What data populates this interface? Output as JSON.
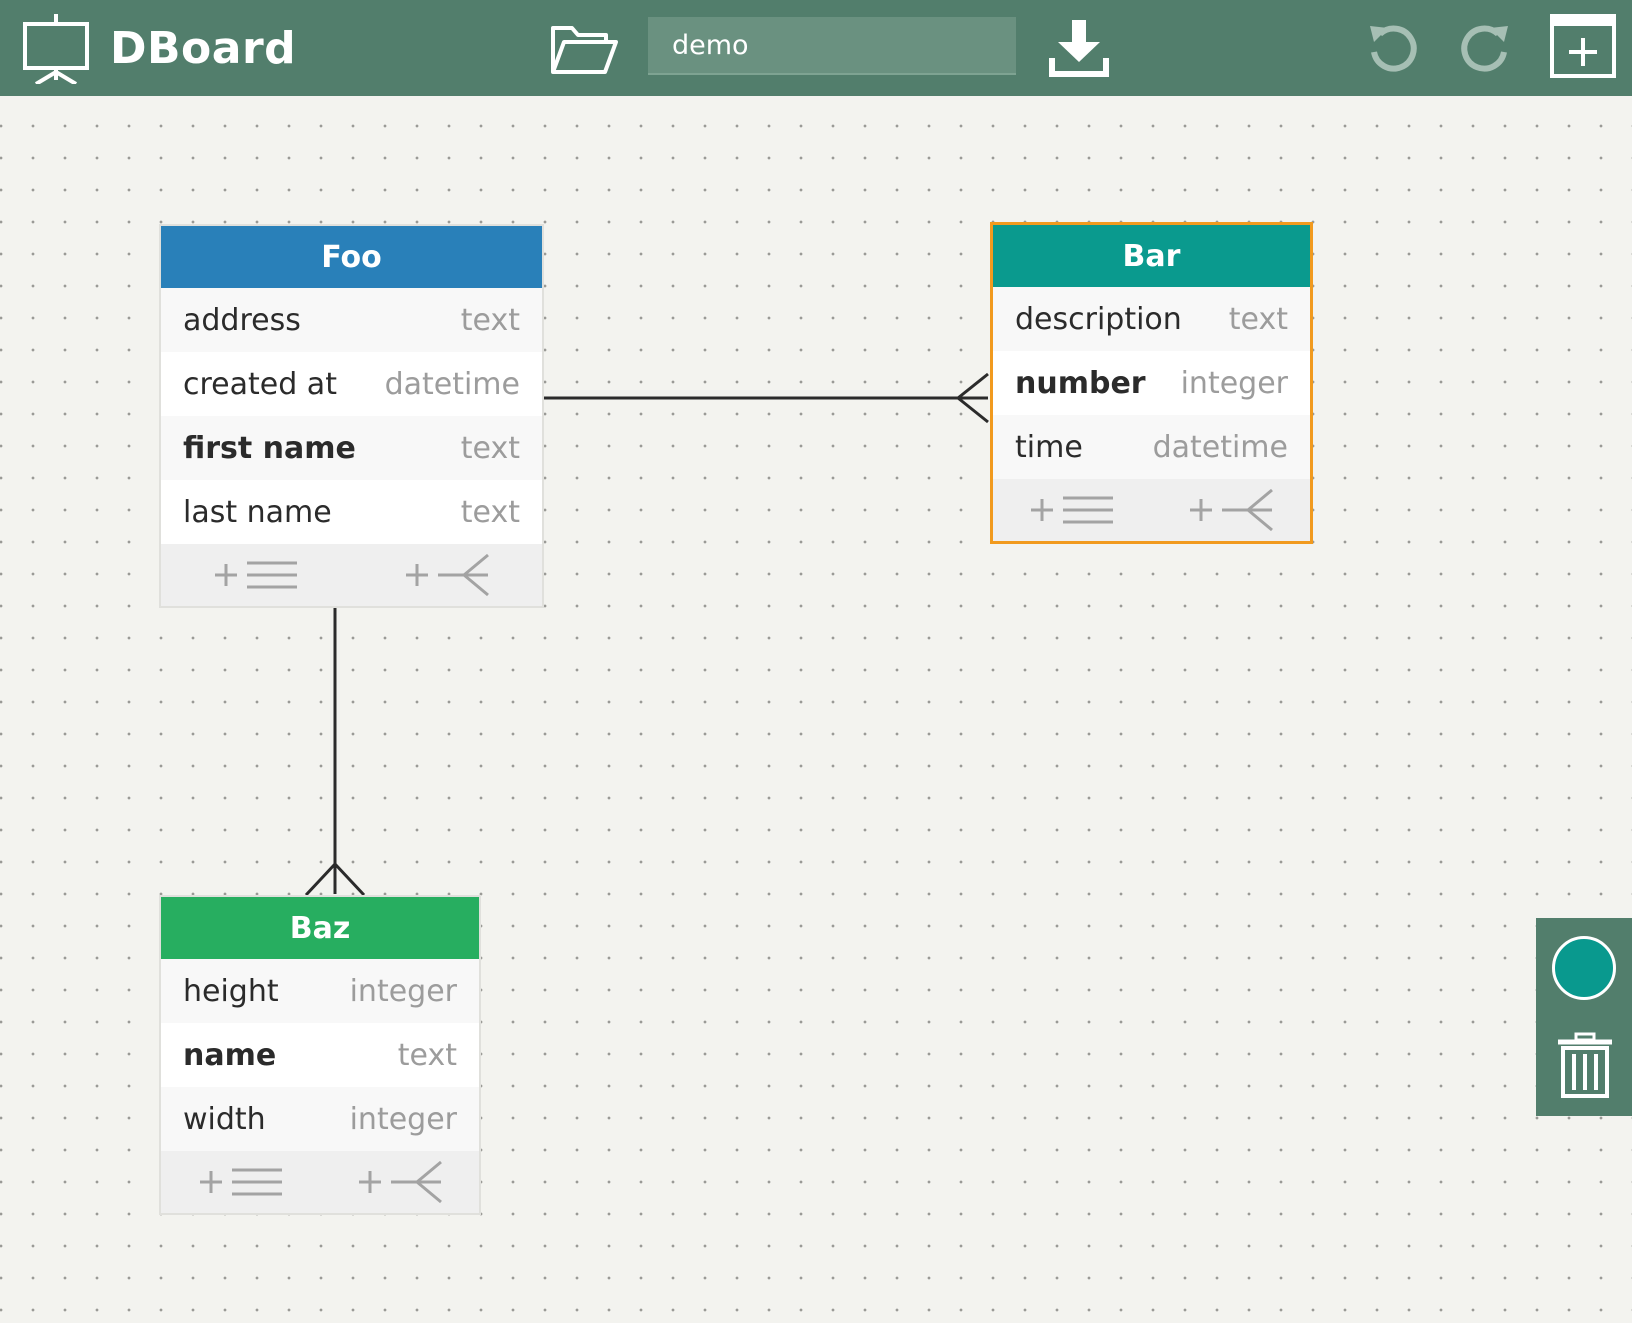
{
  "app": {
    "name": "DBoard",
    "icons": {
      "brand": "presentation-board-icon",
      "open": "folder-open-icon",
      "download": "download-icon",
      "undo": "undo-icon",
      "redo": "redo-icon",
      "add_table": "add-table-icon"
    }
  },
  "toolbar": {
    "diagram_name_value": "demo",
    "diagram_name_placeholder": ""
  },
  "colors": {
    "toolbar": "#527e6c",
    "canvas": "#f3f3ef",
    "selection": "#f19a1e",
    "foo_header": "#2980b9",
    "bar_header": "#0a9a8e",
    "baz_header": "#27ae60"
  },
  "tables": {
    "foo": {
      "title": "Foo",
      "fields": [
        {
          "name": "address",
          "type": "text",
          "primary": false
        },
        {
          "name": "created at",
          "type": "datetime",
          "primary": false
        },
        {
          "name": "first name",
          "type": "text",
          "primary": true
        },
        {
          "name": "last name",
          "type": "text",
          "primary": false
        }
      ]
    },
    "bar": {
      "title": "Bar",
      "selected": true,
      "fields": [
        {
          "name": "description",
          "type": "text",
          "primary": false
        },
        {
          "name": "number",
          "type": "integer",
          "primary": true
        },
        {
          "name": "time",
          "type": "datetime",
          "primary": false
        }
      ]
    },
    "baz": {
      "title": "Baz",
      "fields": [
        {
          "name": "height",
          "type": "integer",
          "primary": false
        },
        {
          "name": "name",
          "type": "text",
          "primary": true
        },
        {
          "name": "width",
          "type": "integer",
          "primary": false
        }
      ]
    }
  },
  "footer_icons": {
    "add_field": "add-field-icon",
    "add_relation": "add-relation-icon"
  },
  "relations": [
    {
      "from": "Foo",
      "to": "Bar",
      "cardinality": "one-to-many"
    },
    {
      "from": "Foo",
      "to": "Baz",
      "cardinality": "one-to-many"
    }
  ],
  "side_panel": {
    "color_swatch": "#09998e",
    "icons": {
      "color": "color-circle-icon",
      "delete": "trash-icon"
    }
  }
}
